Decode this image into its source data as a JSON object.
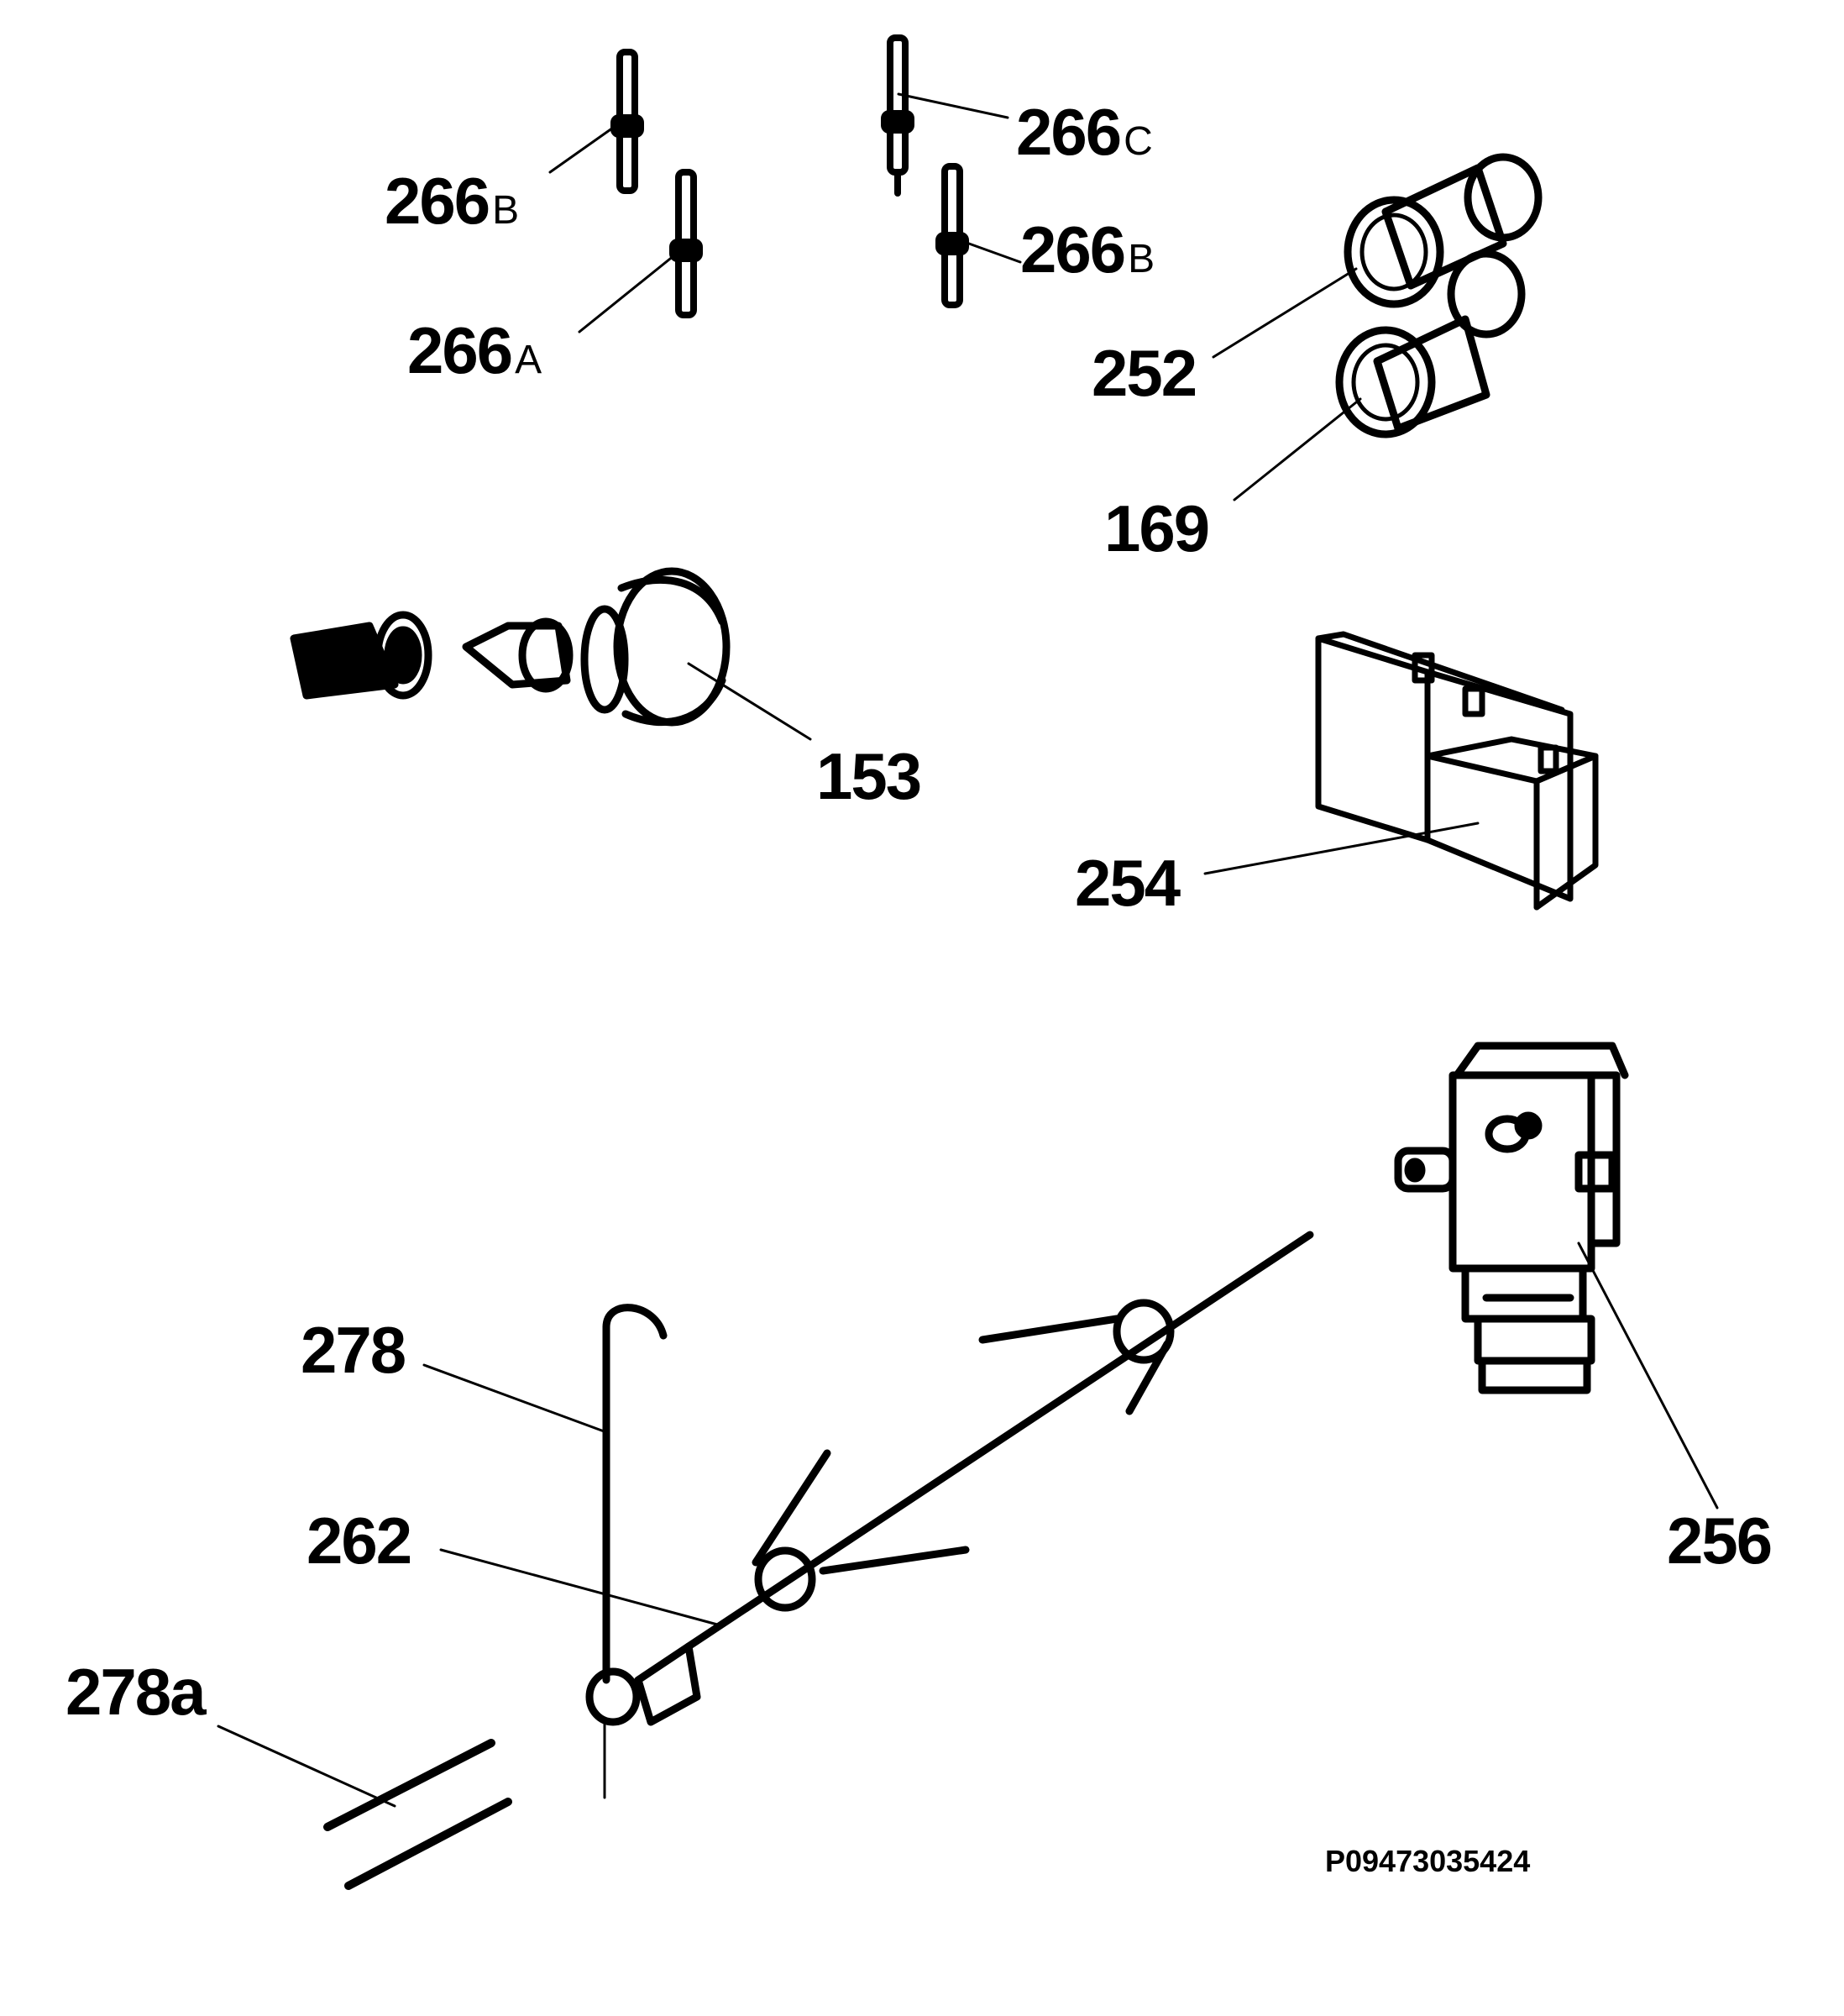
{
  "diagram": {
    "callouts": [
      {
        "id": "c266b_left",
        "number": "266",
        "suffix": "B"
      },
      {
        "id": "c266c",
        "number": "266",
        "suffix": "C"
      },
      {
        "id": "c266b_right",
        "number": "266",
        "suffix": "B"
      },
      {
        "id": "c266a",
        "number": "266",
        "suffix": "A"
      },
      {
        "id": "c252",
        "number": "252",
        "suffix": ""
      },
      {
        "id": "c169",
        "number": "169",
        "suffix": ""
      },
      {
        "id": "c153",
        "number": "153",
        "suffix": ""
      },
      {
        "id": "c254",
        "number": "254",
        "suffix": ""
      },
      {
        "id": "c278",
        "number": "278",
        "suffix": ""
      },
      {
        "id": "c262",
        "number": "262",
        "suffix": ""
      },
      {
        "id": "c256",
        "number": "256",
        "suffix": ""
      },
      {
        "id": "c278a",
        "number": "278a",
        "suffix": ""
      }
    ],
    "drawing_code": "P09473035424"
  }
}
